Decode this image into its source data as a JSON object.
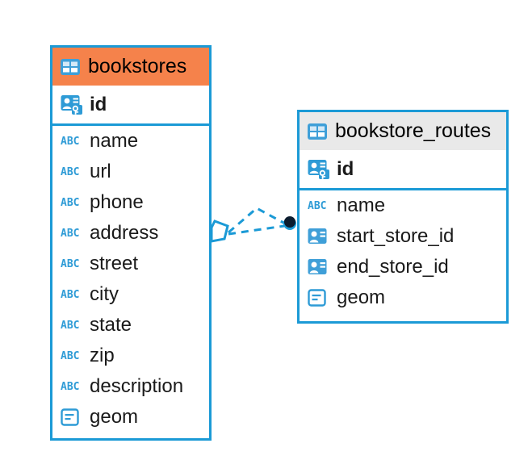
{
  "diagram": {
    "type": "er-diagram",
    "background": "#ffffff",
    "accent_color": "#1b9ad6",
    "highlight_color": "#f5824b",
    "neutral_header_color": "#e9e9e9"
  },
  "entities": [
    {
      "name": "bookstores",
      "header_style": "accent",
      "table_icon": "table-icon",
      "primary_key": {
        "label": "id",
        "icon": "primary-key-icon"
      },
      "fields": [
        {
          "label": "name",
          "icon": "text-type-icon",
          "type": "ABC"
        },
        {
          "label": "url",
          "icon": "text-type-icon",
          "type": "ABC"
        },
        {
          "label": "phone",
          "icon": "text-type-icon",
          "type": "ABC"
        },
        {
          "label": "address",
          "icon": "text-type-icon",
          "type": "ABC"
        },
        {
          "label": "street",
          "icon": "text-type-icon",
          "type": "ABC"
        },
        {
          "label": "city",
          "icon": "text-type-icon",
          "type": "ABC"
        },
        {
          "label": "state",
          "icon": "text-type-icon",
          "type": "ABC"
        },
        {
          "label": "zip",
          "icon": "text-type-icon",
          "type": "ABC"
        },
        {
          "label": "description",
          "icon": "text-type-icon",
          "type": "ABC"
        },
        {
          "label": "geom",
          "icon": "geometry-type-icon",
          "type": "geometry"
        }
      ]
    },
    {
      "name": "bookstore_routes",
      "header_style": "plain",
      "table_icon": "table-icon",
      "primary_key": {
        "label": "id",
        "icon": "primary-key-icon"
      },
      "fields": [
        {
          "label": "name",
          "icon": "text-type-icon",
          "type": "ABC"
        },
        {
          "label": "start_store_id",
          "icon": "foreign-key-icon",
          "type": "reference"
        },
        {
          "label": "end_store_id",
          "icon": "foreign-key-icon",
          "type": "reference"
        },
        {
          "label": "geom",
          "icon": "geometry-type-icon",
          "type": "geometry"
        }
      ]
    }
  ],
  "relationship": {
    "style": "dashed",
    "color": "#1b9ad6",
    "source_marker": "polygon-marker",
    "target_marker": "filled-circle-marker",
    "from": "bookstores",
    "to": "bookstore_routes"
  }
}
